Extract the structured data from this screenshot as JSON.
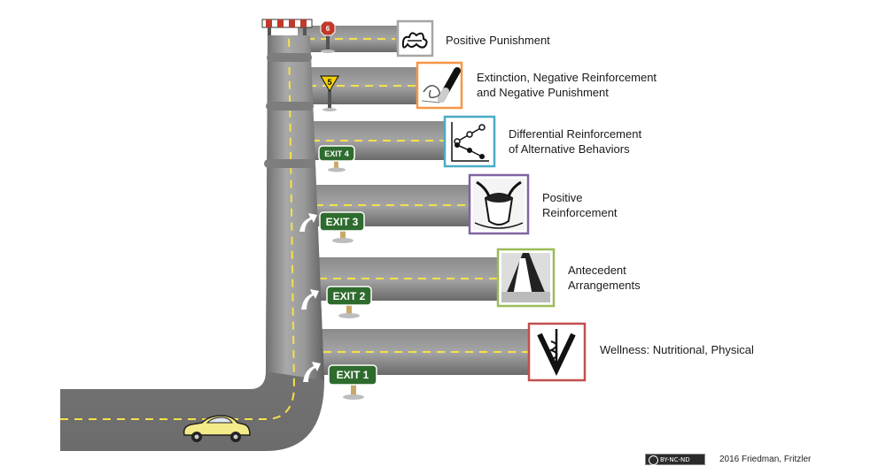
{
  "diagram": {
    "levels": [
      {
        "rank": "1",
        "label_lines": [
          "Wellness: Nutritional, Physical"
        ],
        "exit": "EXIT 1",
        "icon": "veterinary-caduceus-icon",
        "frame_color": "#c0504d"
      },
      {
        "rank": "2",
        "label_lines": [
          "Antecedent",
          "Arrangements"
        ],
        "exit": "EXIT 2",
        "icon": "stage-curtain-icon",
        "frame_color": "#9bbb59"
      },
      {
        "rank": "3",
        "label_lines": [
          "Positive",
          "Reinforcement"
        ],
        "exit": "EXIT 3",
        "icon": "treat-bag-icon",
        "frame_color": "#8064a2"
      },
      {
        "rank": "4",
        "label_lines": [
          "Differential Reinforcement",
          "of Alternative Behaviors"
        ],
        "exit": "EXIT 4",
        "icon": "line-chart-icon",
        "frame_color": "#4bacc6"
      },
      {
        "rank": "5",
        "label_lines": [
          "Extinction, Negative Reinforcement",
          "and Negative Punishment"
        ],
        "sign": "5",
        "icon": "eraser-scribble-icon",
        "frame_color": "#f79646"
      },
      {
        "rank": "6",
        "label_lines": [
          "Positive Punishment"
        ],
        "sign": "6",
        "icon": "explosion-icon",
        "frame_color": "#a6a6a6"
      }
    ]
  },
  "footer": {
    "license": "BY-NC-ND",
    "credit": "2016 Friedman, Fritzler"
  }
}
